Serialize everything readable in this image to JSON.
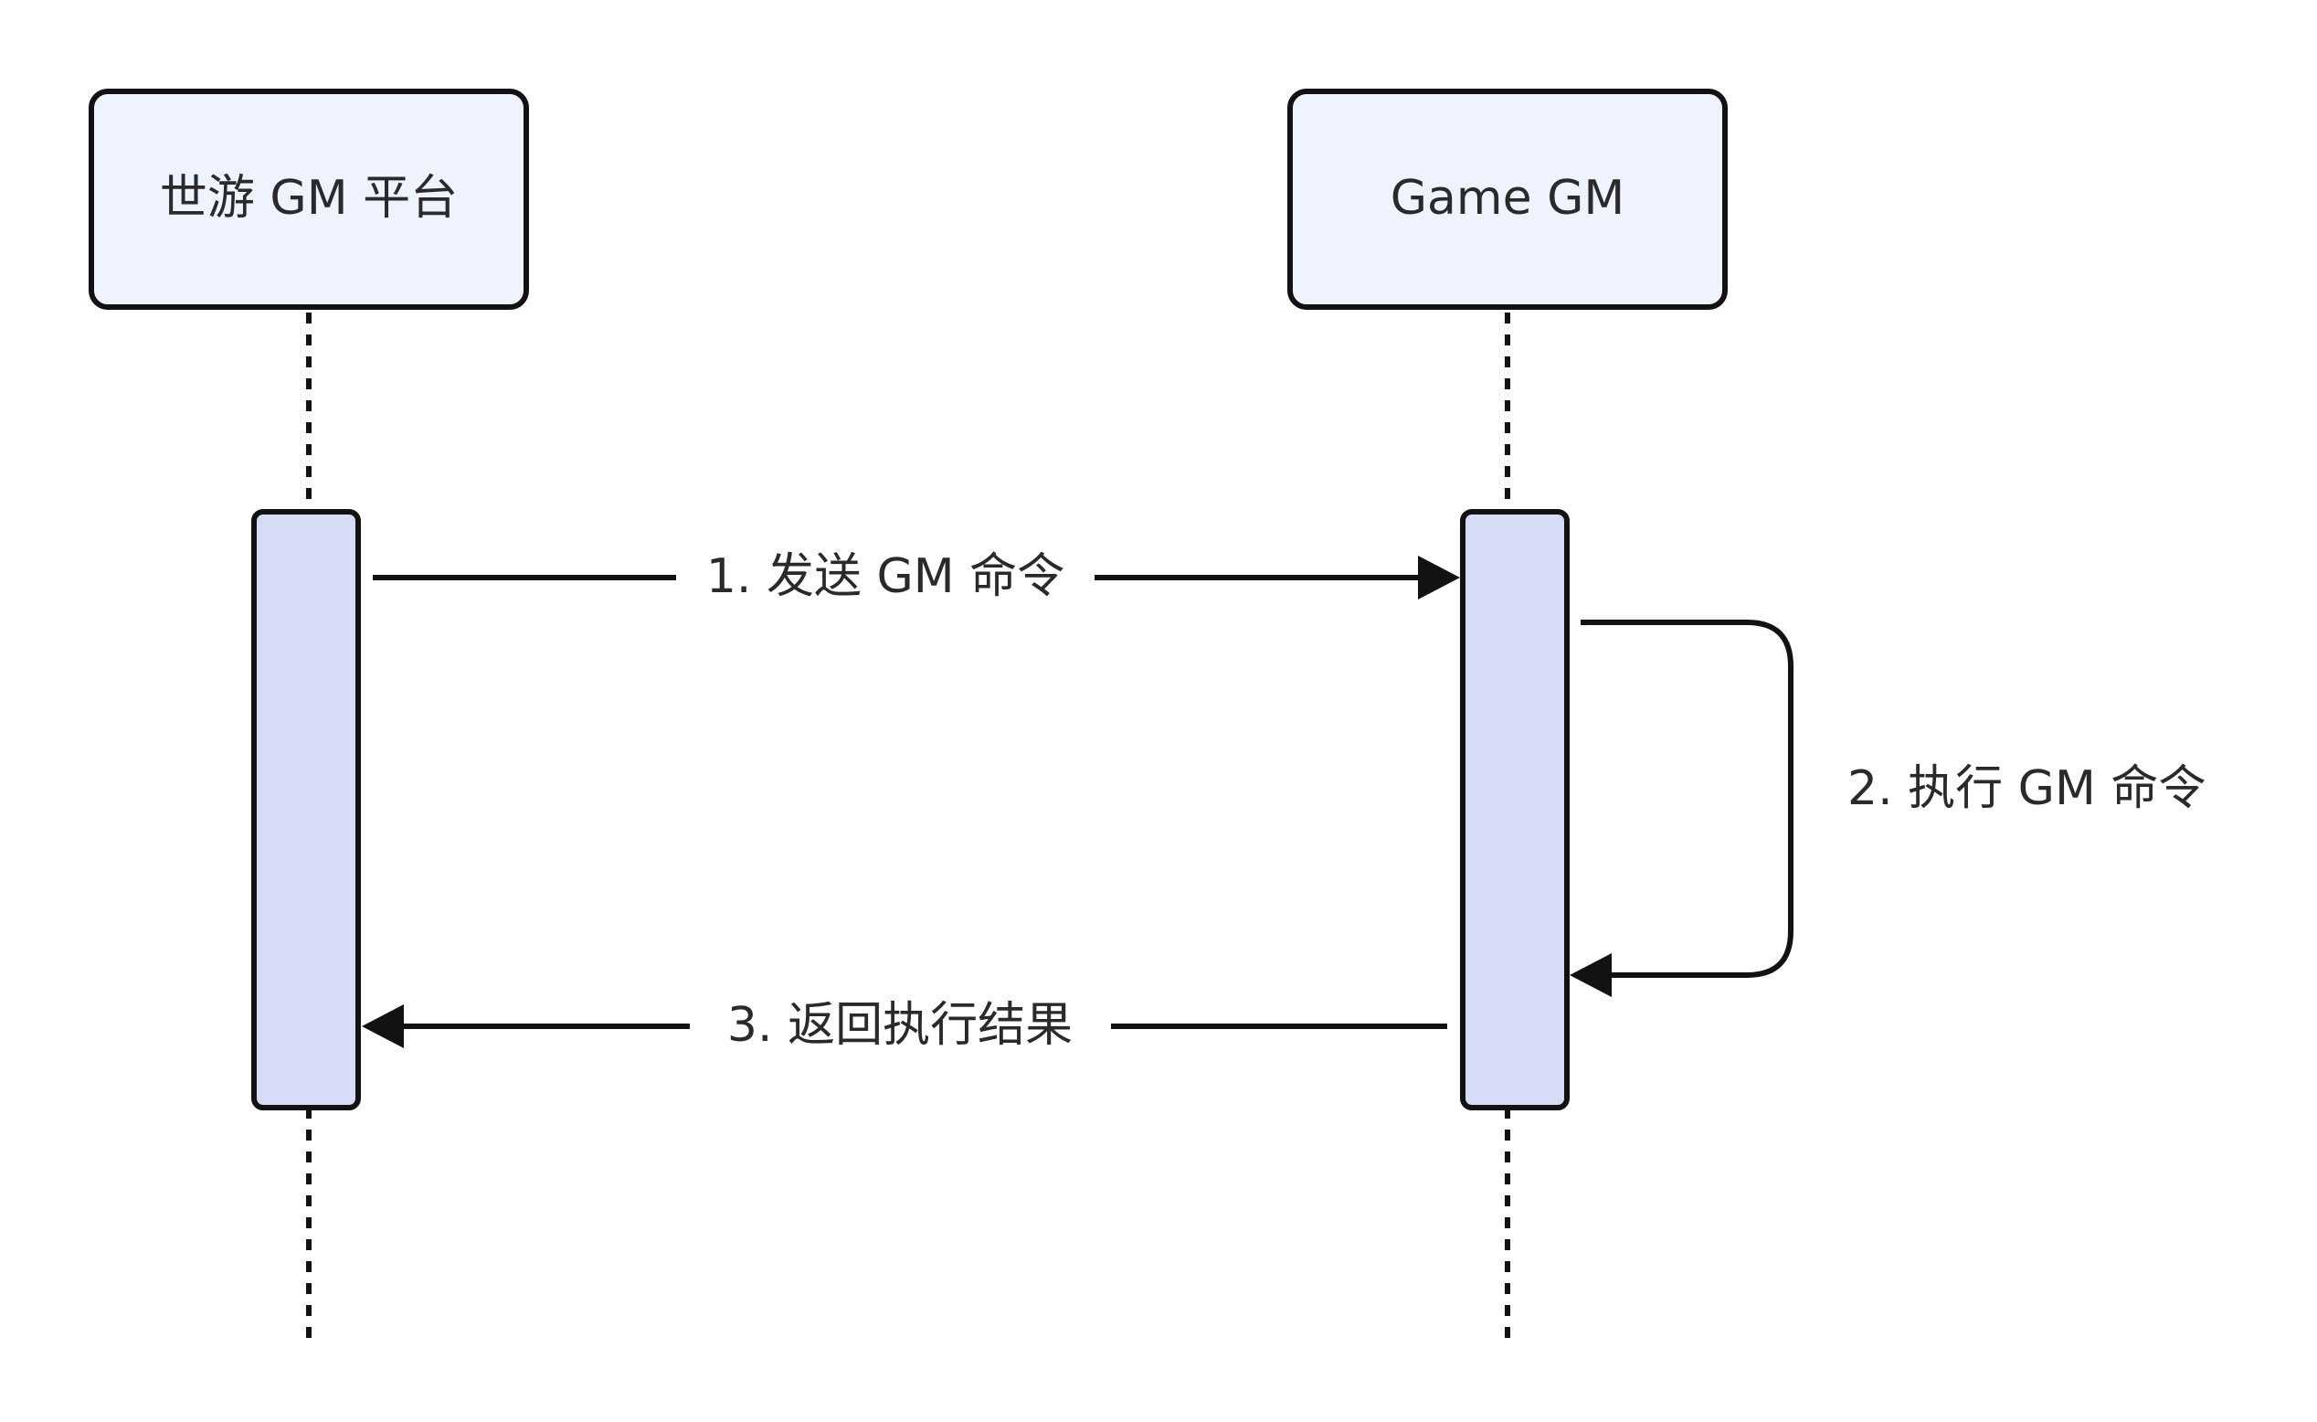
{
  "participants": [
    {
      "label": "世游 GM 平台"
    },
    {
      "label": "Game GM"
    }
  ],
  "messages": [
    {
      "label": "1. 发送 GM 命令"
    },
    {
      "label": "2. 执行 GM 命令"
    },
    {
      "label": "3. 返回执行结果"
    }
  ],
  "colors": {
    "participant_fill": "#eef3fd",
    "activation_fill": "#d6dcf5",
    "stroke": "#121212",
    "text": "#2a2a2a"
  }
}
